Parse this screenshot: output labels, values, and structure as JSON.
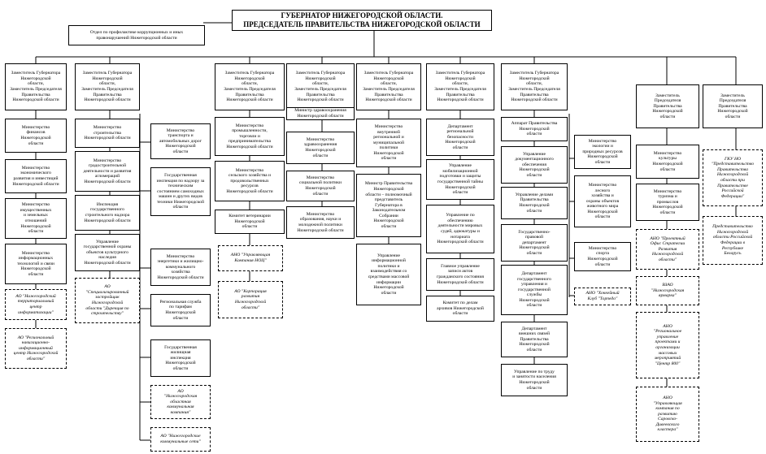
{
  "root": "ГУБЕРНАТОР НИЖЕГОРОДСКОЙ ОБЛАСТИ.\nПРЕДСЕДАТЕЛЬ ПРАВИТЕЛЬСТВА НИЖЕГОРОДСКОЙ ОБЛАСТИ",
  "anticorruption": "Отдел по профилактике коррупционных и иных\nправонарушений Нижегородской области",
  "c1": {
    "head": "Заместитель Губернатора\nНижегородской\nобласти,\nЗаместитель Председателя\nПравительства\nНижегородской области",
    "i1": "Министерство\nфинансов\nНижегородской\nобласти",
    "i2": "Министерство\nэкономического\nразвития и инвестиций\nНижегородской области",
    "i3": "Министерство\nимущественных\nи земельных\nотношений\nНижегородской\nобласти",
    "i4": "Министерство\nинформационных\nтехнологий и связи\nНижегородской\nобласти",
    "i5": "АО \"Нижегородский\nтерриториальный\nцентр\nинформатизации\"",
    "i6": "АО \"Региональный\nнавигационно-\nинформационный\nцентр Нижегородской\nобласти\""
  },
  "c2": {
    "head": "Заместитель Губернатора\nНижегородской\nобласти,\nЗаместитель Председателя\nПравительства\nНижегородской области",
    "i1": "Министерство\nстроительства\nНижегородской области",
    "i2": "Министерство\nградостроительной\nдеятельности и развития\nагломераций\nНижегородской области",
    "i3": "Инспекция\nгосударственного\nстроительного надзора\nНижегородской области",
    "i4": "Управление\nгосударственной охраны\nобъектов культурного\nнаследия\nНижегородской области",
    "i5": "АО\n\"Специализированный\nзастройщик\nНижегородской\nобласти \"Дирекция по\nстроительству\""
  },
  "c3": {
    "i1": "Министерство\nтранспорта и\nавтомобильных дорог\nНижегородской\nобласти",
    "i2": "Государственная\nинспекция по надзору за\nтехническим\nсостоянием самоходных\nмашин и других видов\nтехники Нижегородской\nобласти",
    "i3": "Министерство\nэнергетики и жилищно-\nкоммунального\nхозяйства\nНижегородской области",
    "i4": "Региональная служба\nпо тарифам\nНижегородской\nобласти",
    "i5": "Государственная\nжилищная\nинспекция\nНижегородской\nобласти",
    "i6": "АО\n\"Нижегородская\nобластная\nкоммунальная\nкомпания\"",
    "i7": "АО \"Нижегородские\nкоммунальные сети\""
  },
  "c4": {
    "head": "Заместитель Губернатора\nНижегородской\nобласти,\nЗаместитель Председателя\nПравительства\nНижегородской области",
    "i1": "Министерство\nпромышленности,\nторговли и\nпредпринимательства\nНижегородской области",
    "i2": "Министерство\nсельского хозяйства и\nпродовольственных\nресурсов\nНижегородской области",
    "i3": "Комитет ветеринарии\nНижегородской\nобласти",
    "i4": "АНО \"Управляющая\nКомпания НОЦ\"",
    "i5": "АО \"Корпорация\nразвития\nНижегородской\nобласти\""
  },
  "c5": {
    "head": "Заместитель Губернатора\nНижегородской\nобласти,\nЗаместитель Председателя\nПравительства\nНижегородской области",
    "sub": "Министр здравоохранения\nНижегородской области",
    "i1": "Министерство\nздравоохранения\nНижегородской\nобласти",
    "i2": "Министерство\nсоциальной политики\nНижегородской\nобласти",
    "i3": "Министерство\nобразования, науки и\nмолодежной политики\nНижегородской области"
  },
  "c6": {
    "head": "Заместитель Губернатора\nНижегородской\nобласти,\nЗаместитель Председателя\nПравительства\nНижегородской области",
    "i1": "Министерство\nвнутренней\nрегиональной и\nмуниципальной\nполитики\nНижегородской\nобласти",
    "i2": "Министр Правительства\nНижегородской\nобласти – полномочный\nпредставитель\nГубернатора в\nЗаконодательном\nСобрании\nНижегородской\nобласти",
    "i3": "Управление\nинформационной\nполитики и\nвзаимодействия со\nсредствами массовой\nинформации\nНижегородской\nобласти"
  },
  "c7": {
    "head": "Заместитель Губернатора\nНижегородской\nобласти,\nЗаместитель Председателя\nПравительства\nНижегородской области",
    "i1": "Департамент\nрегиональной\nбезопасности\nНижегородской\nобласти",
    "i2": "Управление\nмобилизационной\nподготовки и защиты\nгосударственной тайны\nНижегородской\nобласти",
    "i3": "Управление по\nобеспечению\nдеятельности мировых\nсудей, адвокатуры и\nнотариата\nНижегородской области",
    "i4": "Главное управление\nзаписи актов\nгражданского состояния\nНижегородской области",
    "i5": "Комитет по делам\nархивов Нижегородской\nобласти"
  },
  "c8": {
    "head": "Заместитель Губернатора\nНижегородской\nобласти,\nЗаместитель Председателя\nПравительства\nНижегородской области",
    "i1": "Аппарат Правительства\nНижегородской\nобласти",
    "i2": "Управление\nдокументационного\nобеспечения\nНижегородской\nобласти",
    "i3": "Управление делами\nПравительства\nНижегородской\nобласти",
    "i4": "Государственно-\nправовой\nдепартамент\nНижегородской\nобласти",
    "i5": "Департамент\nгосударственного\nуправления и\nгосударственной\nслужбы\nНижегородской\nобласти",
    "i6": "Департамент\nвнешних связей\nПравительства\nНижегородской\nобласти",
    "i7": "Управление по труду\nи занятости населения\nНижегородской\nобласти"
  },
  "c9": {
    "i1": "Министерство\nэкологии и\nприродных ресурсов\nНижегородской\nобласти",
    "i2": "Министерство\nлесного\nхозяйства и\nохраны объектов\nживотного мира\nНижегородской\nобласти",
    "i3": "Министерство\nспорта\nНижегородской\nобласти",
    "i4": "АНО \"Хоккейный\nКлуб \"Торпедо\""
  },
  "c10": {
    "head": "Заместитель\nПредседателя\nПравительства\nНижегородской\nобласти",
    "i1": "Министерство\nкультуры\nНижегородской\nобласти",
    "i2": "Министерство\nтуризма и\nпромыслов\nНижегородской\nобласти",
    "i3": "АНО \"Проектный\nОфис Стратегии\nРазвития\nНижегородской\nобласти\"",
    "i4": "ВЗАО\n\"Нижегородская\nярмарка\"",
    "i5": "АНО\n\"Региональное\nуправление\nпроектами и\nорганизации\nмассовых\nмероприятий\n\"Центр 800\"",
    "i6": "АНО\n\"Управляющая\nкомпания по\nразвитию\nСаровско-\nДивеевского\nкластера\""
  },
  "c11": {
    "head": "Заместитель\nПредседателя\nПравительства\nНижегородской\nобласти",
    "i1": "ГКУ НО\n\"Представительство\nПравительства\nНижегородской\nобласти при\nПравительстве\nРоссийской\nФедерации\"",
    "i2": "Представительство\nНижегородской\nобласти Российской\nФедерации в\nРеспублике\nБеларусь"
  }
}
